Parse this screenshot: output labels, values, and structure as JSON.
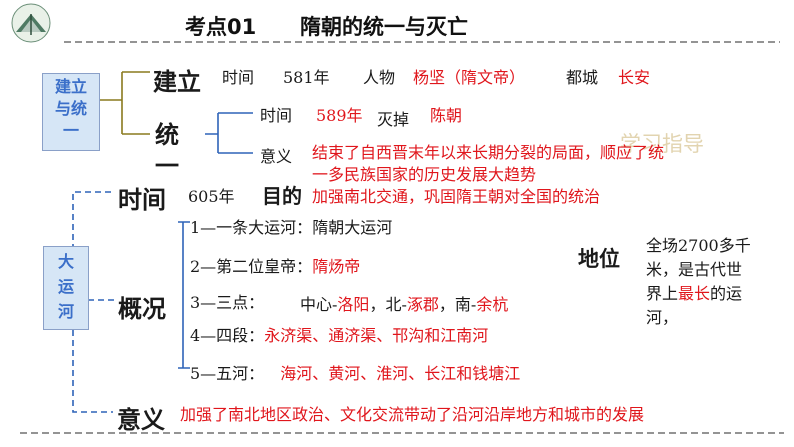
{
  "title": {
    "code": "考点01",
    "text": "隋朝的统一与灭亡"
  },
  "watermark": "学习指导",
  "section1": {
    "box_label": "建立\n与统\n一",
    "establish": {
      "heading": "建立",
      "time_label": "时间",
      "time_value": "581年",
      "person_label": "人物",
      "person_value": "杨坚（隋文帝）",
      "capital_label": "都城",
      "capital_value": "长安"
    },
    "unify": {
      "heading_line1": "统",
      "heading_line2": "一",
      "time_label": "时间",
      "time_value": "589年",
      "destroy_label": "灭掉",
      "destroy_value": "陈朝",
      "meaning_label": "意义",
      "meaning_line1": "结束了自西晋末年以来长期分裂的局面，顺应了统",
      "meaning_line2": "一多民族国家的历史发展大趋势"
    }
  },
  "section2": {
    "box_label": "大\n运\n河",
    "time_heading": "时间",
    "time_value": "605年",
    "purpose_label": "目的",
    "purpose_value": "加强南北交通，巩固隋王朝对全国的统治",
    "overview_heading": "概况",
    "items": [
      {
        "prefix": "1—一条大运河：",
        "value": "隋朝大运河"
      },
      {
        "prefix": "2—第二位皇帝：",
        "value": "隋炀帝"
      },
      {
        "prefix": "3—三点：",
        "value": ""
      },
      {
        "prefix": "4—四段：",
        "value": "永济渠、通济渠、邗沟和江南河"
      },
      {
        "prefix": "5—五河：",
        "value": "海河、黄河、淮河、长江和钱塘江"
      }
    ],
    "three_points": {
      "p1_label": "中心-",
      "p1_value": "洛阳",
      "sep1": "，",
      "p2_label": "北-",
      "p2_value": "涿郡",
      "sep2": "，",
      "p3_label": "南-",
      "p3_value": "余杭"
    },
    "status": {
      "heading": "地位",
      "line1": "全场2700多千",
      "line2": "米，是古代世",
      "line3_pre": "界上",
      "line3_red": "最长",
      "line3_post": "的运",
      "line4": "河，"
    },
    "meaning_heading": "意义",
    "meaning_value": "加强了南北地区政治、文化交流带动了沿河沿岸地方和城市的发展"
  },
  "colors": {
    "accent_red": "#e0161c",
    "box_fill": "#d6e6f6",
    "line_blue": "#2e63b8",
    "bracket_gold": "#8a7a1e"
  }
}
